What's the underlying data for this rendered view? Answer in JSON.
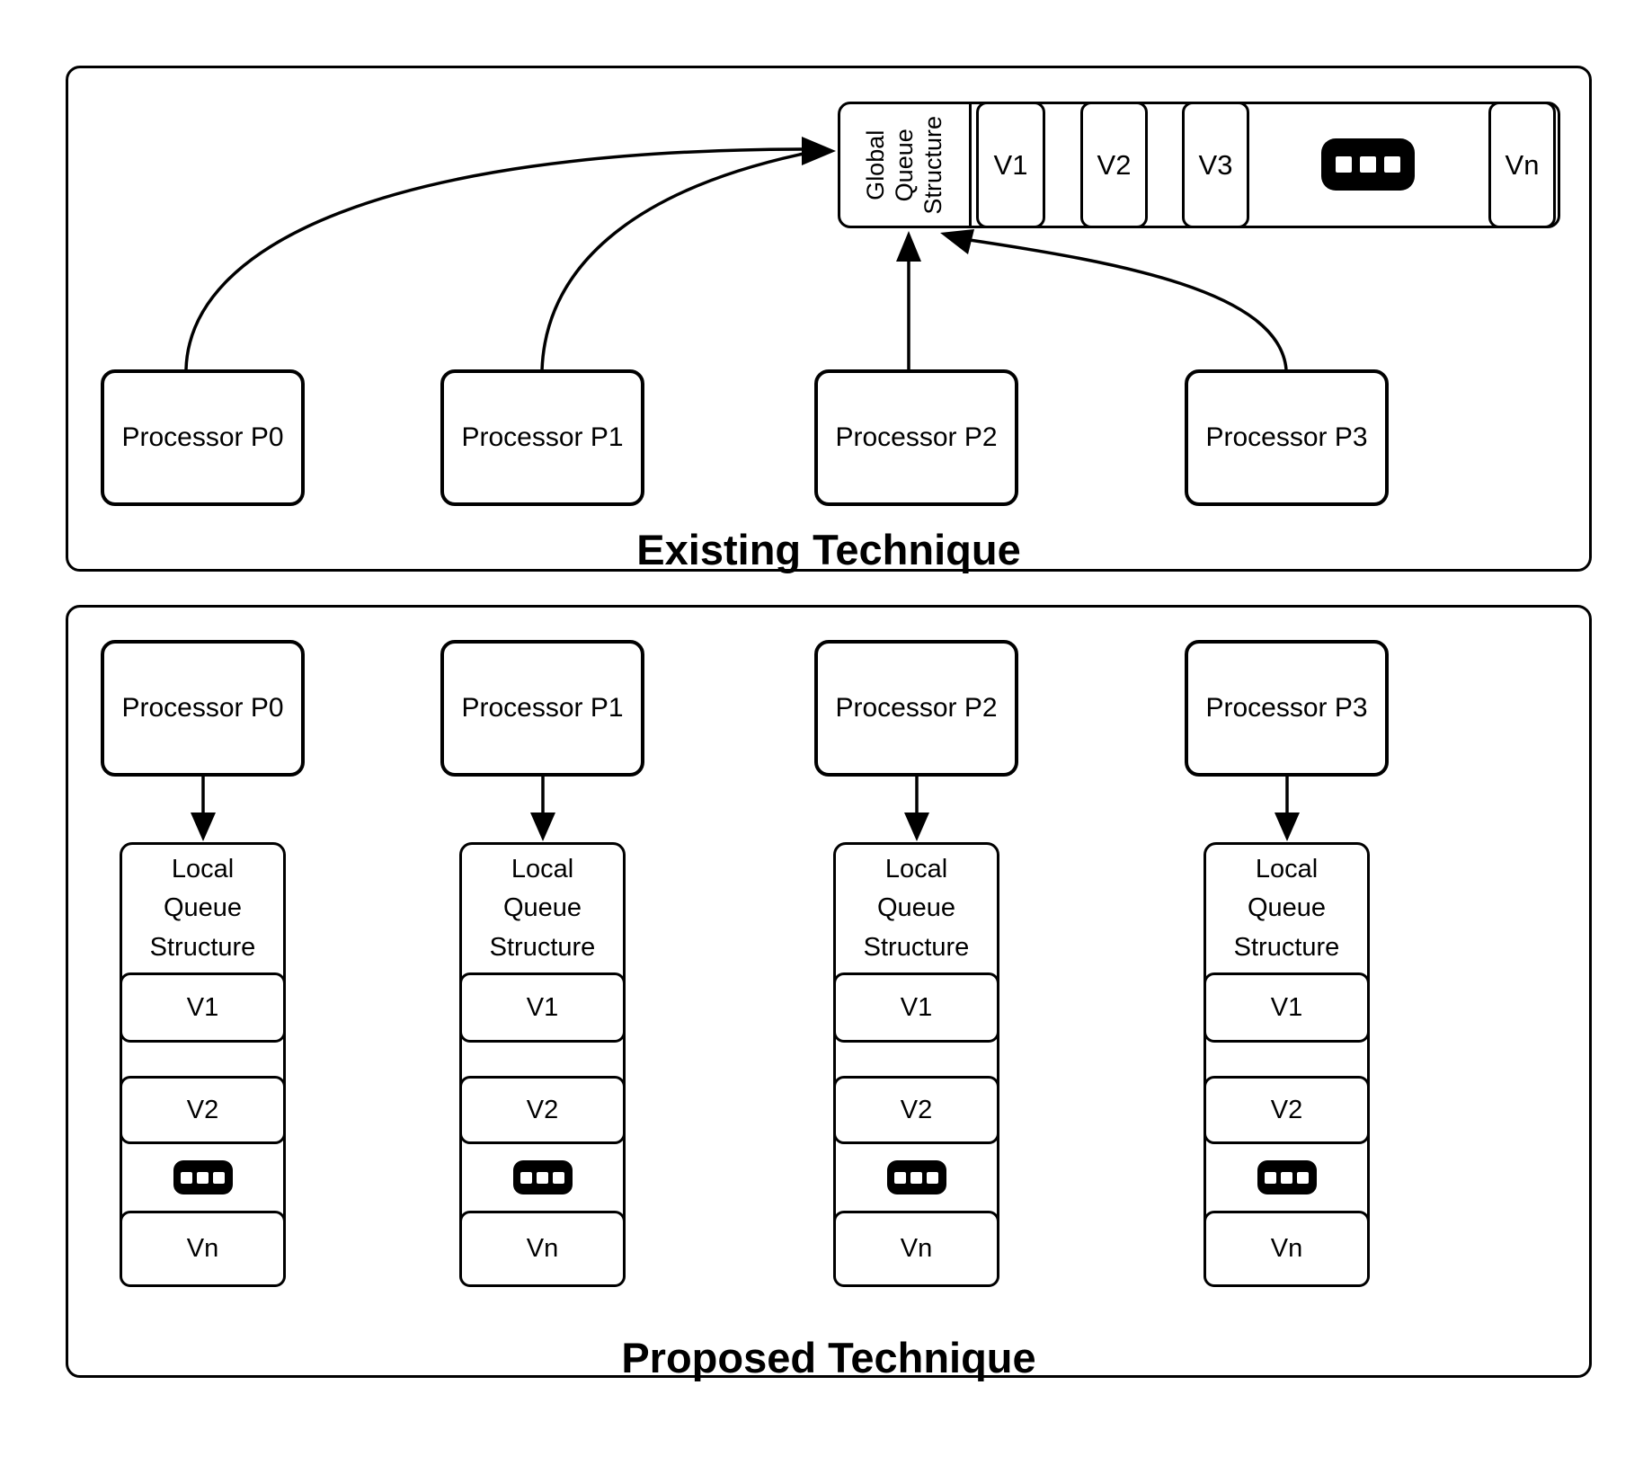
{
  "colors": {
    "stroke": "#000000",
    "background": "#ffffff"
  },
  "existing_panel": {
    "title": "Existing Technique",
    "global_queue": {
      "label_lines": [
        "Global",
        "Queue",
        "Structure"
      ],
      "slots": [
        "V1",
        "V2",
        "V3"
      ],
      "last_slot": "Vn",
      "ellipsis_icon": "ellipsis-icon"
    },
    "processors": [
      "Processor P0",
      "Processor P1",
      "Processor P2",
      "Processor P3"
    ]
  },
  "proposed_panel": {
    "title": "Proposed Technique",
    "processors": [
      "Processor P0",
      "Processor P1",
      "Processor P2",
      "Processor P3"
    ],
    "local_queues": [
      {
        "header_lines": [
          "Local",
          "Queue",
          "Structure"
        ],
        "slots": [
          "V1",
          "V2"
        ],
        "last_slot": "Vn",
        "ellipsis_icon": "ellipsis-icon"
      },
      {
        "header_lines": [
          "Local",
          "Queue",
          "Structure"
        ],
        "slots": [
          "V1",
          "V2"
        ],
        "last_slot": "Vn",
        "ellipsis_icon": "ellipsis-icon"
      },
      {
        "header_lines": [
          "Local",
          "Queue",
          "Structure"
        ],
        "slots": [
          "V1",
          "V2"
        ],
        "last_slot": "Vn",
        "ellipsis_icon": "ellipsis-icon"
      },
      {
        "header_lines": [
          "Local",
          "Queue",
          "Structure"
        ],
        "slots": [
          "V1",
          "V2"
        ],
        "last_slot": "Vn",
        "ellipsis_icon": "ellipsis-icon"
      }
    ]
  }
}
